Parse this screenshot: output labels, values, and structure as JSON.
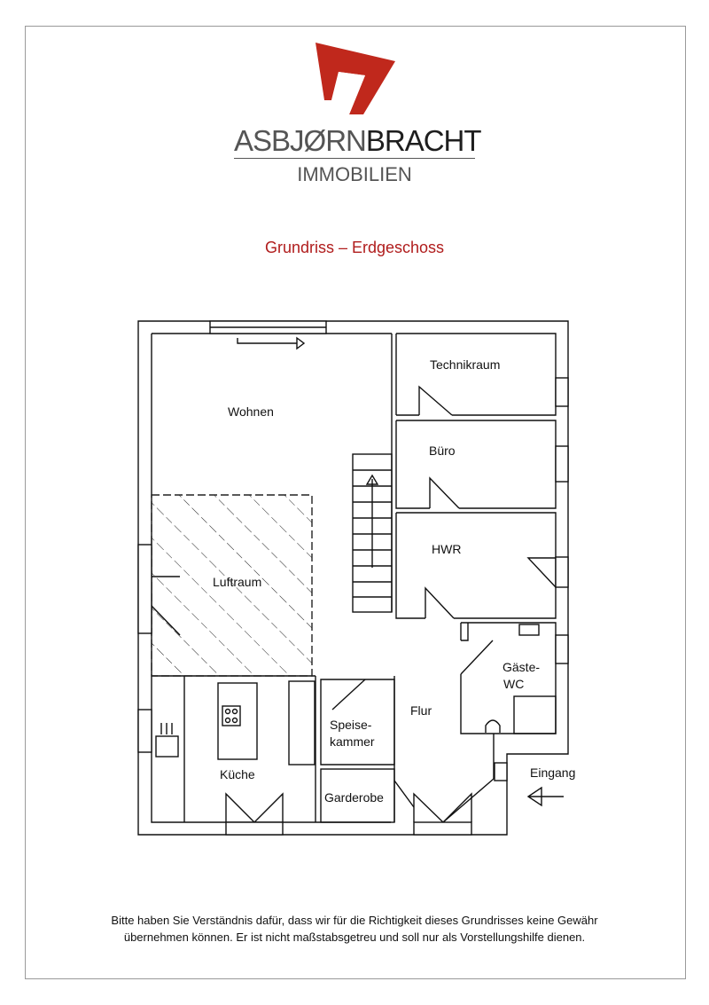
{
  "brand": {
    "name_light": "ASBJØRN",
    "name_bold": "BRACHT",
    "sub": "IMMOBILIEN",
    "accent_color": "#c0281c"
  },
  "title": "Grundriss – Erdgeschoss",
  "rooms": {
    "technikraum": "Technikraum",
    "wohnen": "Wohnen",
    "buero": "Büro",
    "luftraum": "Luftraum",
    "hwr": "HWR",
    "gaeste_1": "Gäste-",
    "gaeste_2": "WC",
    "flur": "Flur",
    "speise_1": "Speise-",
    "speise_2": "kammer",
    "kueche": "Küche",
    "garderobe": "Garderobe",
    "eingang": "Eingang"
  },
  "disclaimer": {
    "line1": "Bitte haben Sie Verständnis dafür, dass wir für die Richtigkeit dieses Grundrisses keine Gewähr",
    "line2": "übernehmen können. Er ist nicht maßstabsgetreu und soll nur als Vorstellungshilfe dienen."
  }
}
